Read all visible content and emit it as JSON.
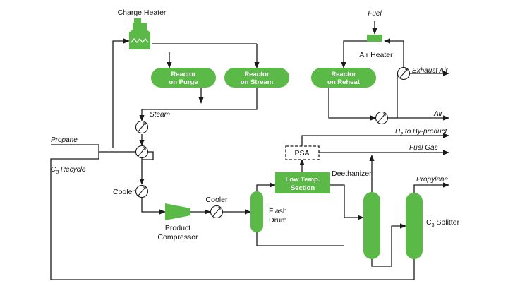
{
  "colors": {
    "equipment": "#5ab947",
    "line": "#1a1a1a",
    "background": "#ffffff"
  },
  "equipment": {
    "charge_heater": "Charge Heater",
    "reactor_purge": [
      "Reactor",
      "on Purge"
    ],
    "reactor_stream": [
      "Reactor",
      "on Stream"
    ],
    "reactor_reheat": [
      "Reactor",
      "on Reheat"
    ],
    "air_heater": "Air Heater",
    "low_temp_section": [
      "Low Temp.",
      "Section"
    ],
    "psa": "PSA",
    "deethanizer": "Deethanizer",
    "c3_splitter": "C",
    "c3_splitter_sub": "3",
    "c3_splitter_suffix": " Splitter",
    "flash_drum": [
      "Flash",
      "Drum"
    ],
    "product_compressor": [
      "Product",
      "Compressor"
    ],
    "cooler_1": "Cooler",
    "cooler_2": "Cooler"
  },
  "streams": {
    "fuel": "Fuel",
    "steam": "Steam",
    "exhaust_air": "Exhaust Air",
    "air": "Air",
    "h2_prefix": "H",
    "h2_sub": "2",
    "h2_suffix": " to By-product",
    "fuel_gas": "Fuel Gas",
    "propane": "Propane",
    "c3_recycle_prefix": "C",
    "c3_recycle_sub": "3",
    "c3_recycle_suffix": " Recycle",
    "propylene": "Propylene"
  }
}
